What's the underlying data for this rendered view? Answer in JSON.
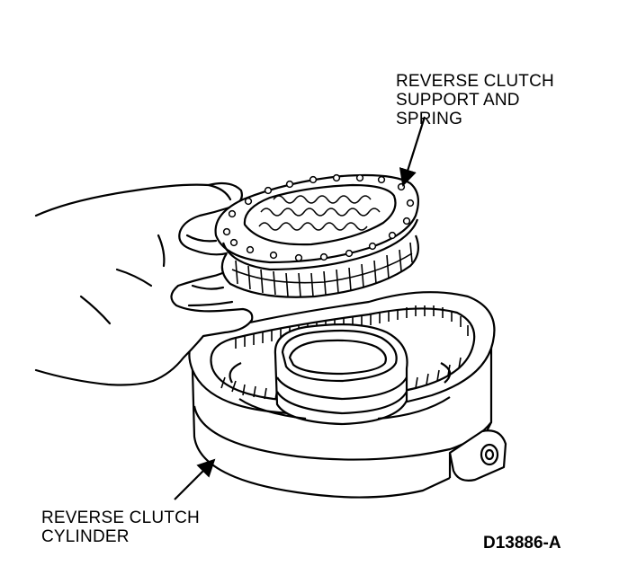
{
  "callouts": {
    "support": {
      "line1": "REVERSE CLUTCH",
      "line2": "SUPPORT AND",
      "line3": "SPRING"
    },
    "cylinder": {
      "line1": "REVERSE CLUTCH",
      "line2": "CYLINDER"
    }
  },
  "figure_id": "D13886-A",
  "colors": {
    "ink": "#000000",
    "paper": "#ffffff"
  }
}
